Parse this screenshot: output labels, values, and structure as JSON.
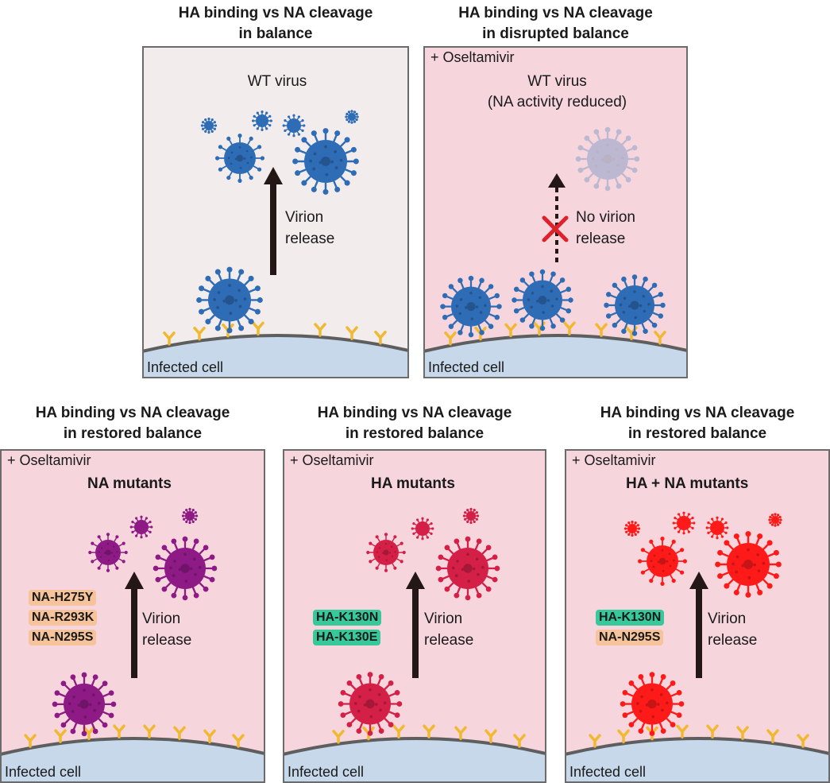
{
  "colors": {
    "panel_neutral": "#f2ecec",
    "panel_drug": "#f6d6dc",
    "cell": "#c6d8ea",
    "membrane": "#5e5e5e",
    "receptor": "#f0b930",
    "wt_virus": "#2e6cb5",
    "na_mutant_virus": "#8e1a86",
    "ha_mutant_virus": "#d41f47",
    "ha_na_mutant_virus": "#ff1a1a",
    "blocked_x": "#e0202a",
    "na_chip": "#f6c39a",
    "ha_chip": "#38c99a"
  },
  "panels": [
    {
      "heading": [
        "HA binding vs NA cleavage",
        "in balance"
      ],
      "treatment": "",
      "virus_label": "WT virus",
      "release_text": [
        "Virion",
        "release"
      ],
      "cell_label": "Infected cell",
      "virus_color": "wt_virus",
      "release_blocked": false
    },
    {
      "heading": [
        "HA binding vs NA cleavage",
        "in disrupted balance"
      ],
      "treatment": "+ Oseltamivir",
      "virus_label": "WT virus",
      "virus_sublabel": "(NA activity reduced)",
      "release_text": [
        "No virion",
        "release"
      ],
      "cell_label": "Infected cell",
      "virus_color": "wt_virus",
      "release_blocked": true
    },
    {
      "heading": [
        "HA binding vs NA cleavage",
        "in restored balance"
      ],
      "treatment": "+ Oseltamivir",
      "mutant_label": "NA mutants",
      "mutations": [
        {
          "text": "NA-H275Y",
          "kind": "NA"
        },
        {
          "text": "NA-R293K",
          "kind": "NA"
        },
        {
          "text": "NA-N295S",
          "kind": "NA"
        }
      ],
      "release_text": [
        "Virion",
        "release"
      ],
      "cell_label": "Infected cell",
      "virus_color": "na_mutant_virus",
      "release_blocked": false
    },
    {
      "heading": [
        "HA binding vs NA cleavage",
        "in restored balance"
      ],
      "treatment": "+ Oseltamivir",
      "mutant_label": "HA mutants",
      "mutations": [
        {
          "text": "HA-K130N",
          "kind": "HA"
        },
        {
          "text": "HA-K130E",
          "kind": "HA"
        }
      ],
      "release_text": [
        "Virion",
        "release"
      ],
      "cell_label": "Infected cell",
      "virus_color": "ha_mutant_virus",
      "release_blocked": false
    },
    {
      "heading": [
        "HA binding vs NA cleavage",
        "in restored balance"
      ],
      "treatment": "+ Oseltamivir",
      "mutant_label": "HA + NA mutants",
      "mutations": [
        {
          "text": "HA-K130N",
          "kind": "HA"
        },
        {
          "text": "NA-N295S",
          "kind": "NA"
        }
      ],
      "release_text": [
        "Virion",
        "release"
      ],
      "cell_label": "Infected cell",
      "virus_color": "ha_na_mutant_virus",
      "release_blocked": false
    }
  ]
}
